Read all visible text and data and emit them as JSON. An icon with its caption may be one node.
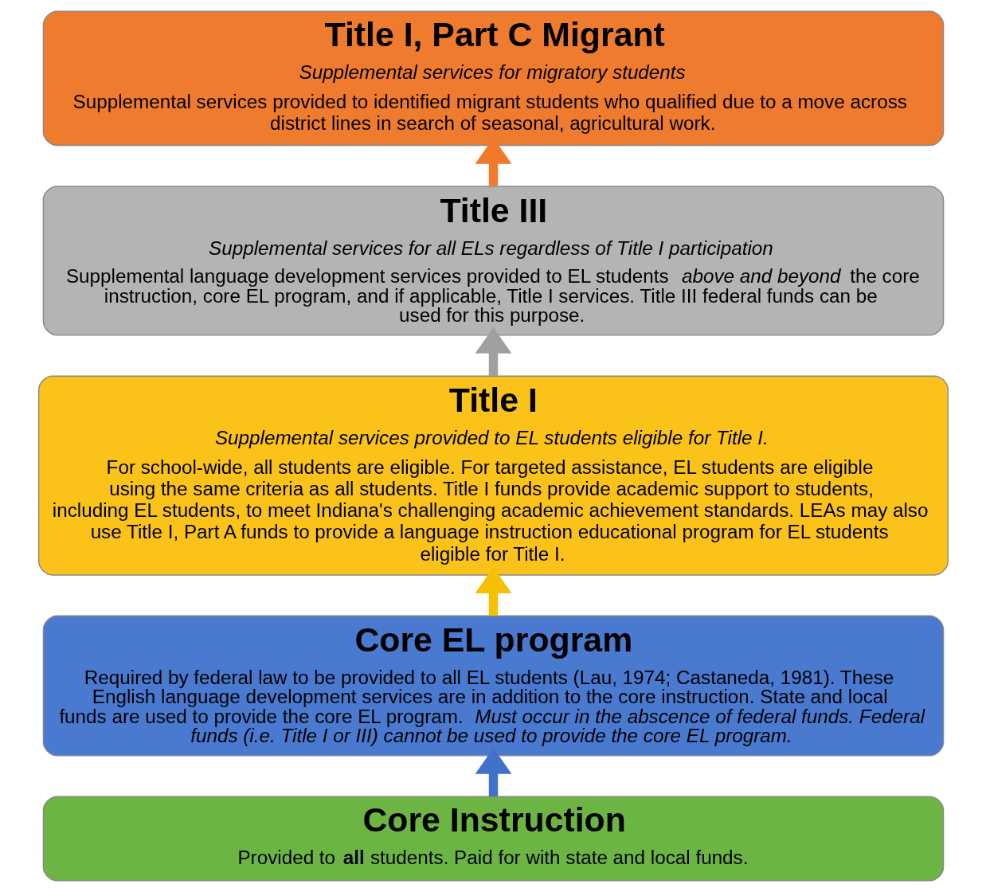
{
  "diagram": {
    "nodes": [
      {
        "text": [
          "Title I, Part C Migrant",
          "Supplemental services for migratory students",
          "Supplemental services provided to identified migrant  students who qualified due to a move across district lines in search of seasonal, agricultural work."
        ]
      },
      {
        "text": [
          "Title III",
          "Supplemental services for all ELs regardless of Title I participation",
          "Supplemental language development services provided to EL students *above and beyond* the core instruction, core EL program, and if applicable, Title I services. Title III federal funds can be used for this purpose."
        ]
      },
      {
        "text": [
          "Title I",
          "Supplemental services provided to EL students eligible for Title I.",
          "For school-wide, all students are eligible. For targeted assistance,  EL students are eligible using the same criteria as all students. Title I funds provide academic support to students, including EL students, to meet Indiana's challenging academic achievement standards. LEAs may also use Title I, Part A funds to provide a language instruction educational program for EL students eligible for Title I."
        ]
      },
      {
        "text": [
          "Core EL program",
          "Required by federal law to be provided to  all EL students (Lau, 1974; Castaneda, 1981). These English language development services are in addition to the core instruction. State and local funds are used to provide the core EL program. *Must occur in the abscence of federal funds. Federal funds (i.e. Title I or III) cannot be used to provide the core EL program.*"
        ]
      },
      {
        "text": [
          "Core Instruction",
          "Provided to **all** students. Paid for with state and local funds."
        ]
      }
    ],
    "edges": [
      {
        "from": 4,
        "to": 3,
        "arrow": "to",
        "color": "#3f72c8"
      },
      {
        "from": 3,
        "to": 2,
        "arrow": "to",
        "color": "#f5c000"
      },
      {
        "from": 2,
        "to": 1,
        "arrow": "to",
        "color": "#a0a0a0"
      },
      {
        "from": 1,
        "to": 0,
        "arrow": "to",
        "color": "#f07a2a"
      }
    ]
  }
}
